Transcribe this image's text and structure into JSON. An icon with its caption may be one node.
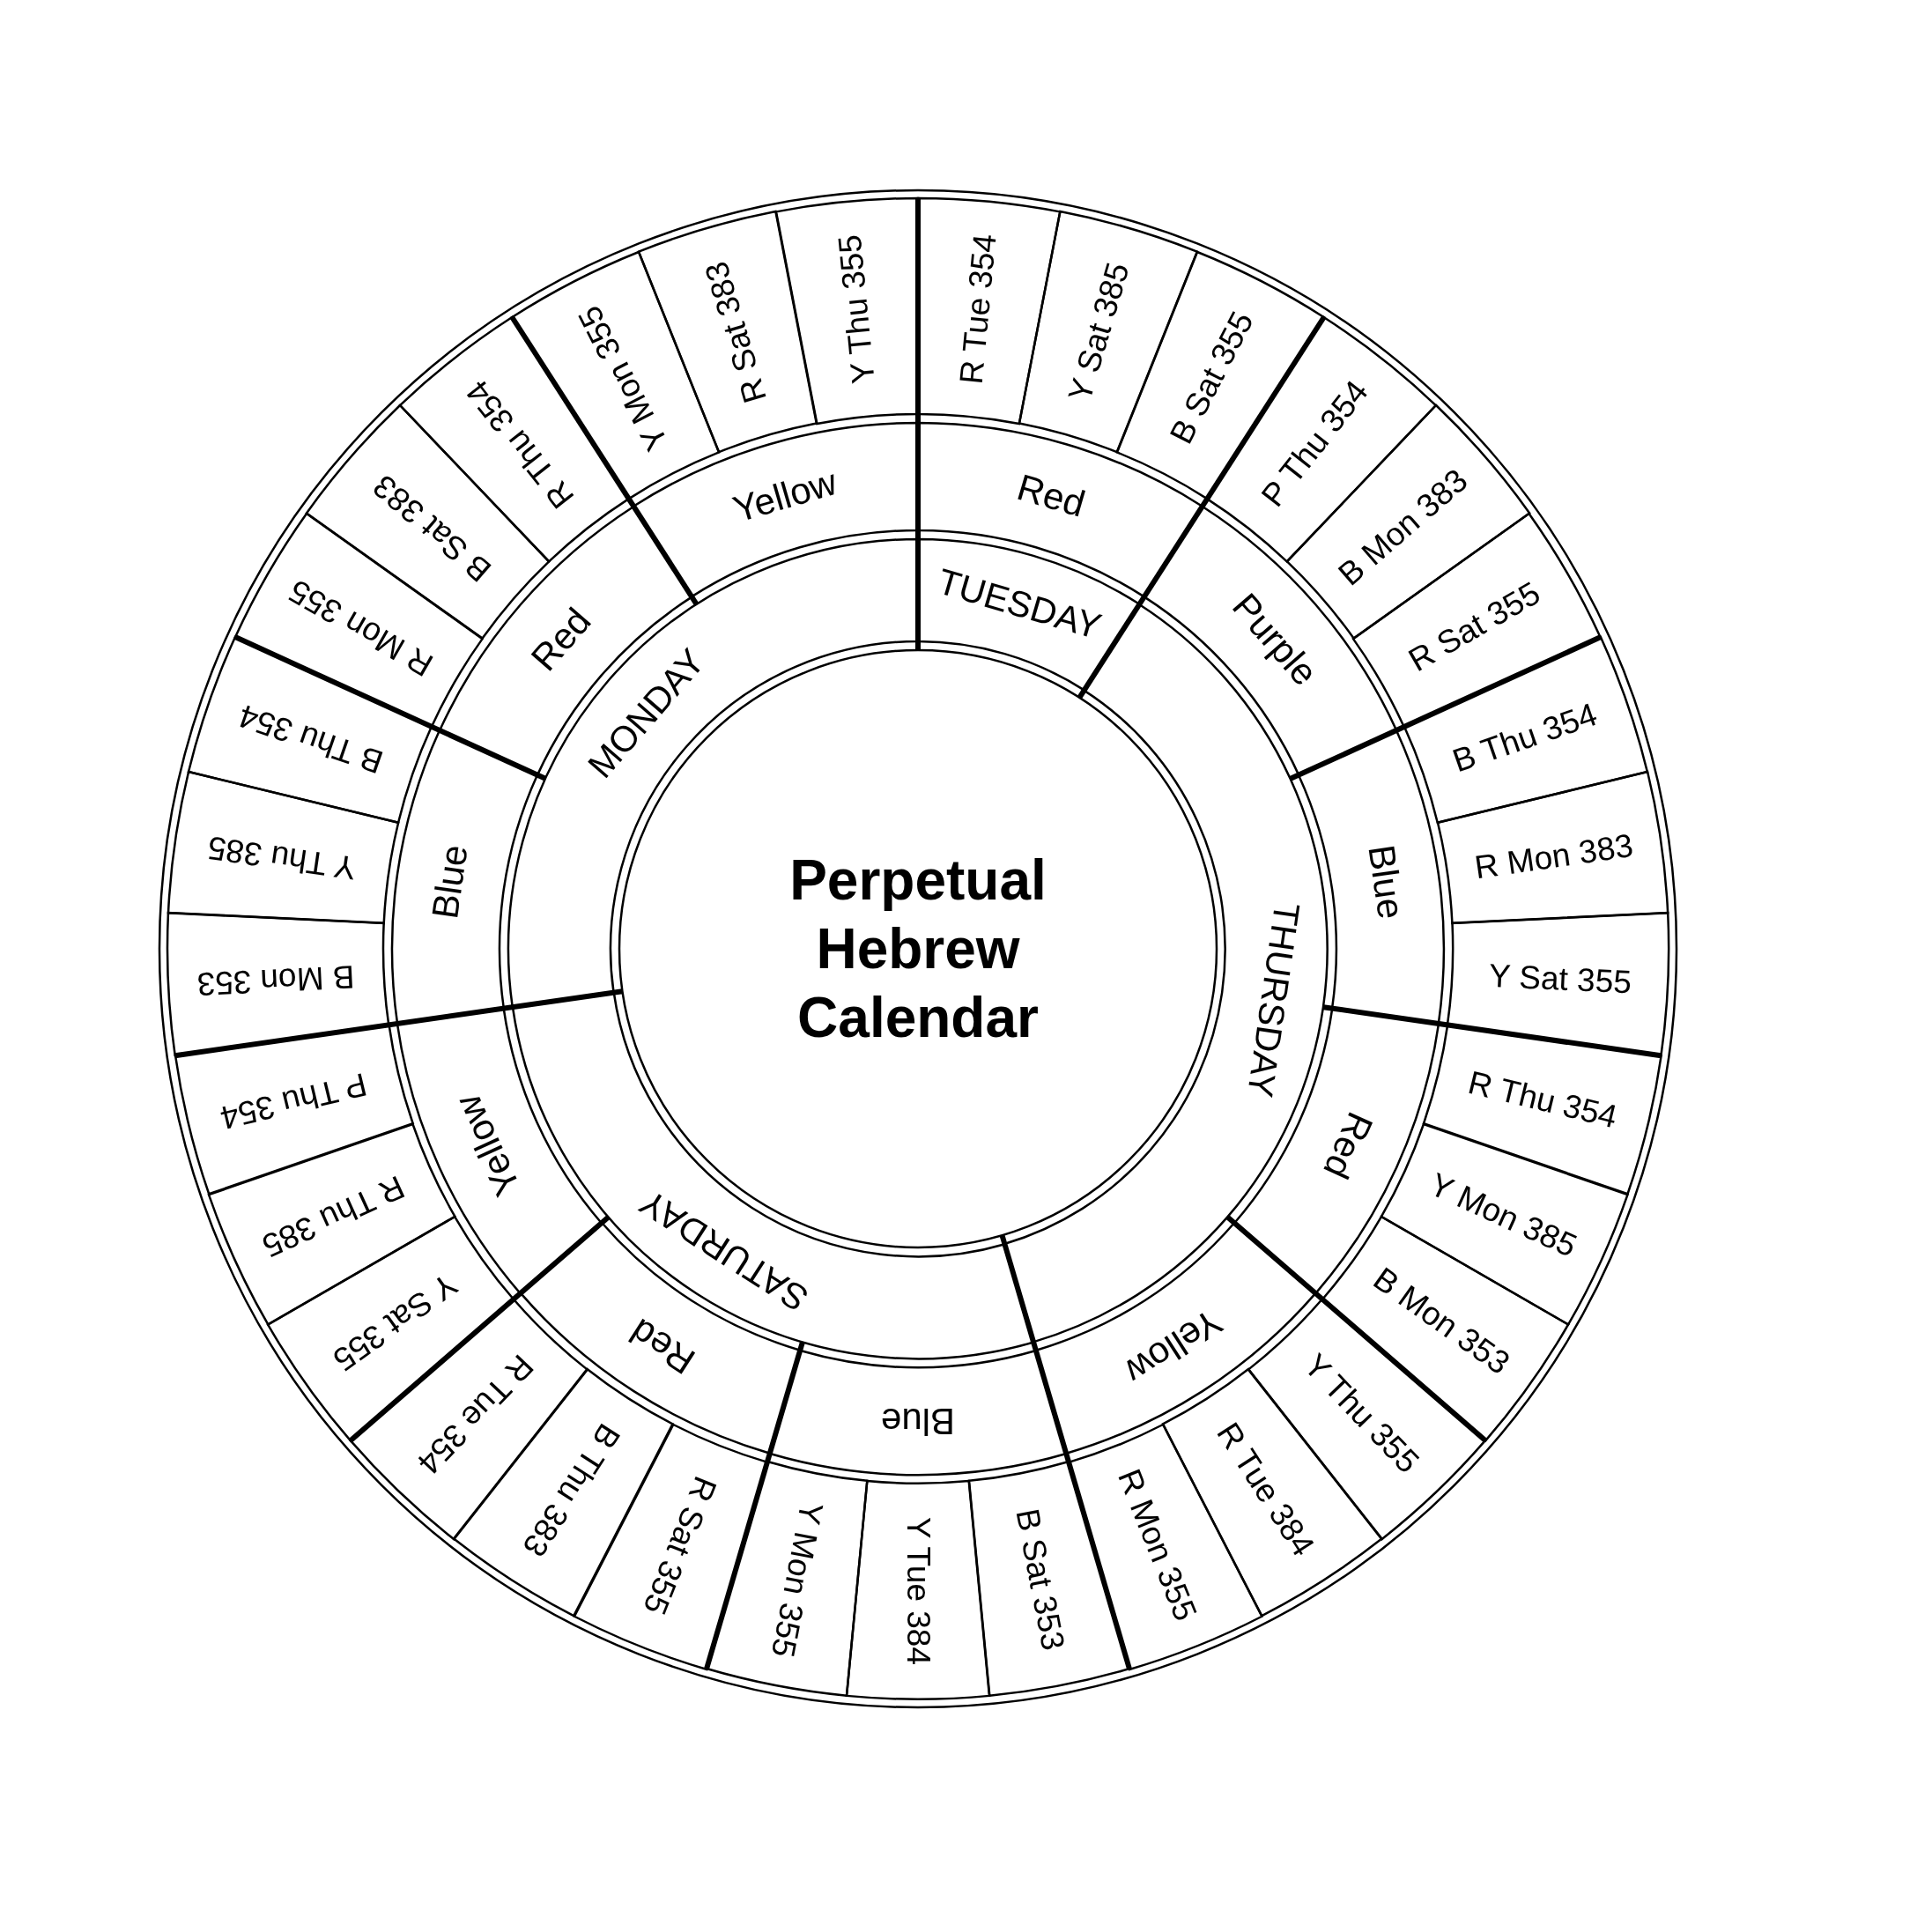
{
  "diagram": {
    "nodes": [
      {
        "text": [
          "Perpetual Hebrew Calendar"
        ]
      },
      {
        "text": [
          "MONDAY"
        ]
      },
      {
        "text": [
          "TUESDAY"
        ]
      },
      {
        "text": [
          "THURSDAY"
        ]
      },
      {
        "text": [
          "SATURDAY"
        ]
      },
      {
        "text": [
          "Blue"
        ]
      },
      {
        "text": [
          "Red"
        ]
      },
      {
        "text": [
          "Yellow"
        ]
      },
      {
        "text": [
          "Red"
        ]
      },
      {
        "text": [
          "Purple"
        ]
      },
      {
        "text": [
          "Blue"
        ]
      },
      {
        "text": [
          "Red"
        ]
      },
      {
        "text": [
          "Yellow"
        ]
      },
      {
        "text": [
          "Blue"
        ]
      },
      {
        "text": [
          "Red"
        ]
      },
      {
        "text": [
          "Yellow"
        ]
      },
      {
        "text": [
          "B Mon 353"
        ]
      },
      {
        "text": [
          "Y Thu 385"
        ]
      },
      {
        "text": [
          "B Thu 354"
        ]
      },
      {
        "text": [
          "R Mon 355"
        ]
      },
      {
        "text": [
          "B Sat 383"
        ]
      },
      {
        "text": [
          "R Thu 354"
        ]
      },
      {
        "text": [
          "Y Mon 355"
        ]
      },
      {
        "text": [
          "R Sat 383"
        ]
      },
      {
        "text": [
          "Y Thu 355"
        ]
      },
      {
        "text": [
          "R Tue 354"
        ]
      },
      {
        "text": [
          "Y Sat 385"
        ]
      },
      {
        "text": [
          "B Sat 355"
        ]
      },
      {
        "text": [
          "P Thu 354"
        ]
      },
      {
        "text": [
          "B Mon 383"
        ]
      },
      {
        "text": [
          "R Sat 355"
        ]
      },
      {
        "text": [
          "B Thu 354"
        ]
      },
      {
        "text": [
          "R Mon 383"
        ]
      },
      {
        "text": [
          "Y Sat 355"
        ]
      },
      {
        "text": [
          "R Thu 354"
        ]
      },
      {
        "text": [
          "Y Mon 385"
        ]
      },
      {
        "text": [
          "B Mon 353"
        ]
      },
      {
        "text": [
          "Y Thu 355"
        ]
      },
      {
        "text": [
          "R Tue 384"
        ]
      },
      {
        "text": [
          "R Mon 355"
        ]
      },
      {
        "text": [
          "B Sat 353"
        ]
      },
      {
        "text": [
          "Y Tue 384"
        ]
      },
      {
        "text": [
          "Y Mon 355"
        ]
      },
      {
        "text": [
          "R Sat 355"
        ]
      },
      {
        "text": [
          "B Thu 383"
        ]
      },
      {
        "text": [
          "R Tue 354"
        ]
      },
      {
        "text": [
          "Y Sat 355"
        ]
      },
      {
        "text": [
          "R Thu 385"
        ]
      },
      {
        "text": [
          "P Thu 354"
        ]
      }
    ]
  }
}
